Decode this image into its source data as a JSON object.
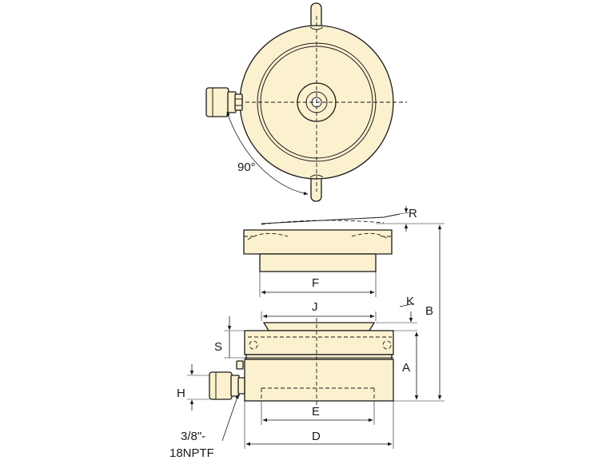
{
  "labels": {
    "angle": "90°",
    "R": "R",
    "F": "F",
    "J": "J",
    "K": "K",
    "B": "B",
    "S": "S",
    "A": "A",
    "H": "H",
    "E": "E",
    "D": "D",
    "port_line1": "3/8\"-",
    "port_line2": "18NPTF"
  },
  "colors": {
    "part_fill": "#fbf1cf",
    "line": "#1a1a1a",
    "background": "#ffffff"
  }
}
